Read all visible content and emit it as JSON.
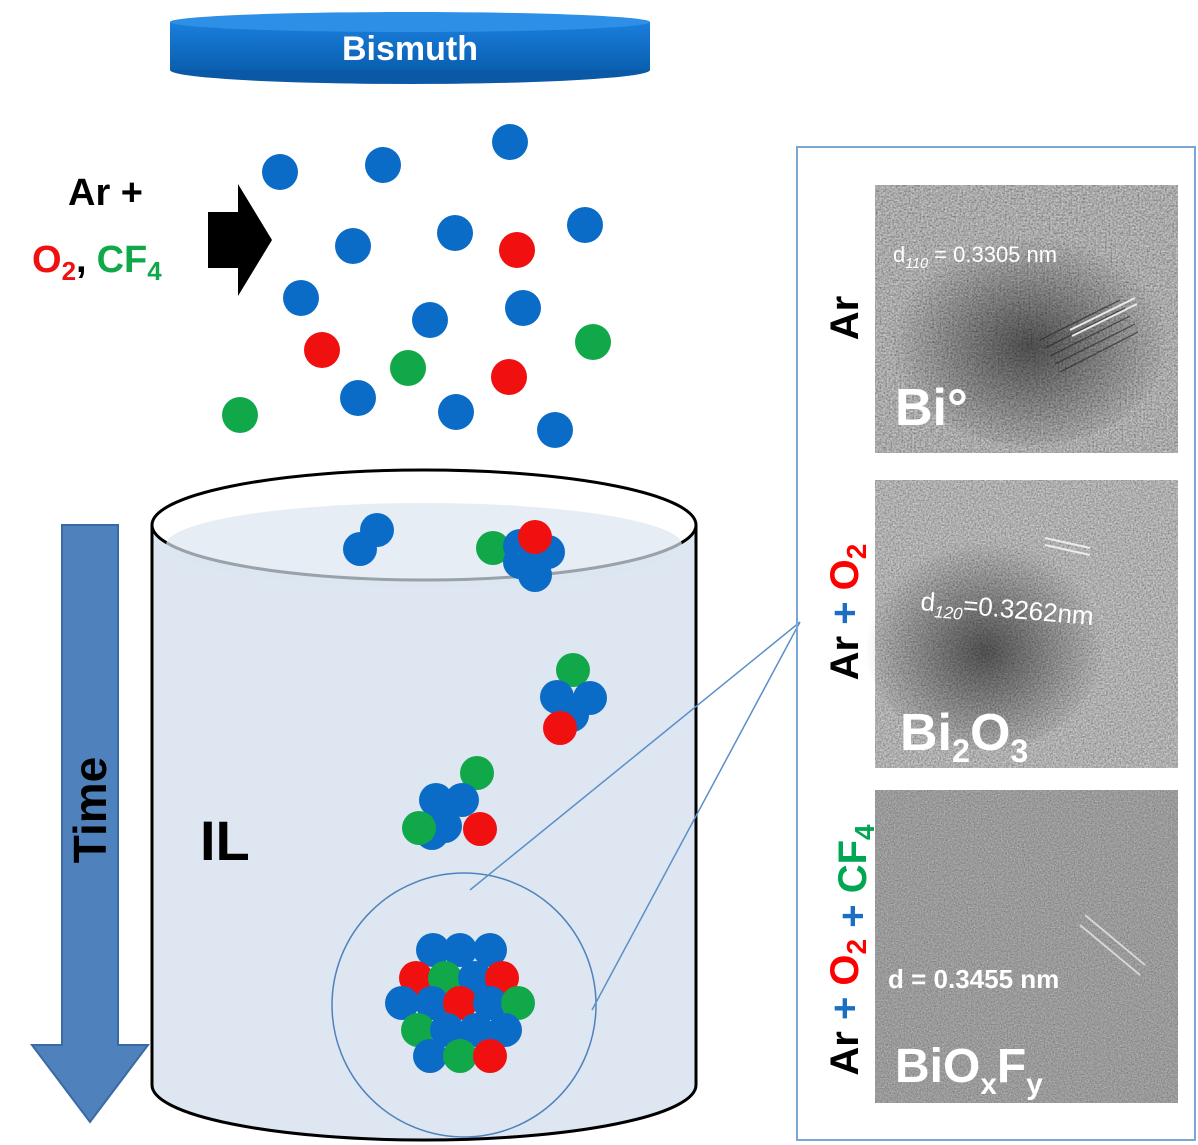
{
  "target": {
    "label": "Bismuth"
  },
  "gas": {
    "line1": "Ar +",
    "o2_base": "O",
    "o2_sub": "2",
    "comma": ",",
    "cf4_base": "CF",
    "cf4_sub": "4"
  },
  "time_label": "Time",
  "liquid_label": "IL",
  "panels": [
    {
      "side_parts": [
        {
          "text": "Ar",
          "color": "#000000"
        }
      ],
      "measure_parts": [
        "d",
        "110",
        " = 0.3305 nm"
      ],
      "phase_parts": [
        "Bi°"
      ]
    },
    {
      "side_parts": [
        {
          "text": "Ar",
          "color": "#000000"
        },
        {
          "text": " + ",
          "color": "#1a6fc4"
        },
        {
          "text": "O",
          "color": "#ff0000"
        },
        {
          "text": "2",
          "color": "#ff0000",
          "sub": true
        }
      ],
      "measure_parts": [
        "d",
        "120",
        "=0.3262nm"
      ],
      "phase_parts": [
        "Bi",
        "2",
        "O",
        "3"
      ]
    },
    {
      "side_parts": [
        {
          "text": "Ar",
          "color": "#000000"
        },
        {
          "text": " + ",
          "color": "#1a6fc4"
        },
        {
          "text": "O",
          "color": "#ff0000"
        },
        {
          "text": "2",
          "color": "#ff0000",
          "sub": true
        },
        {
          "text": " + ",
          "color": "#1a6fc4"
        },
        {
          "text": "CF",
          "color": "#00a651"
        },
        {
          "text": "4",
          "color": "#00a651",
          "sub": true
        }
      ],
      "measure_parts": [
        "d = 0.3455 nm"
      ],
      "phase_parts": [
        "BiO",
        "x",
        "F",
        "y"
      ]
    }
  ],
  "colors": {
    "bismuth": "#0b6cc7",
    "oxygen": "#f01010",
    "fluorine": "#11a84a",
    "arrow": "#4f81bd",
    "panel_border": "#7aa7d6",
    "liquid": "#dde6f1"
  }
}
